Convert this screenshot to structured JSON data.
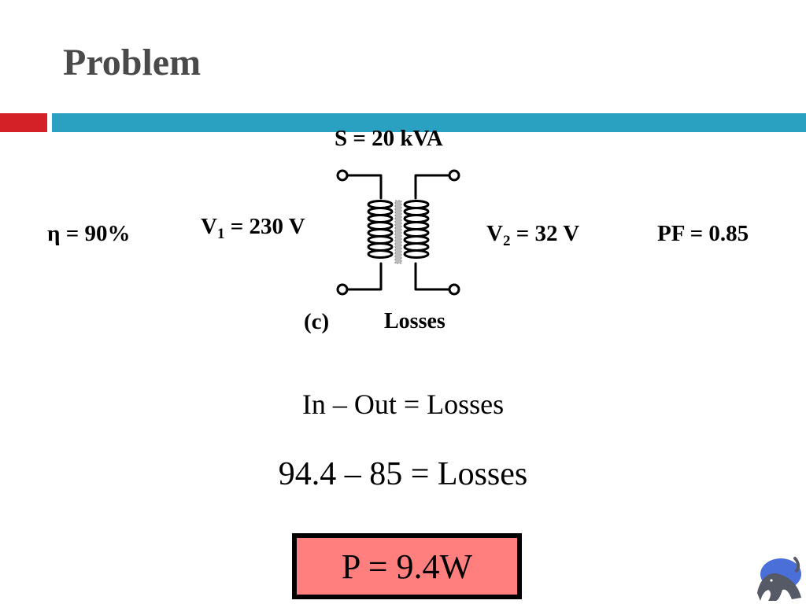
{
  "slide": {
    "title": "Problem"
  },
  "diagram": {
    "apparent_power": "S = 20 kVA",
    "efficiency": "η = 90%",
    "v1_symbol": "V",
    "v1_sub": "1",
    "v1_value": " = 230 V",
    "v2_symbol": "V",
    "v2_sub": "2",
    "v2_value": " = 32 V",
    "power_factor": "PF = 0.85",
    "part": "(c)",
    "losses_label": "Losses"
  },
  "equations": {
    "general": "In – Out = Losses",
    "numeric": "94.4 – 85 = Losses"
  },
  "answer": {
    "text": "P = 9.4W"
  },
  "colors": {
    "title": "#4a4a4a",
    "accent_red": "#d42027",
    "accent_blue": "#2ba1c1",
    "answer_fill": "#ff7f7f",
    "mascot_blue": "#4a6fd9"
  }
}
